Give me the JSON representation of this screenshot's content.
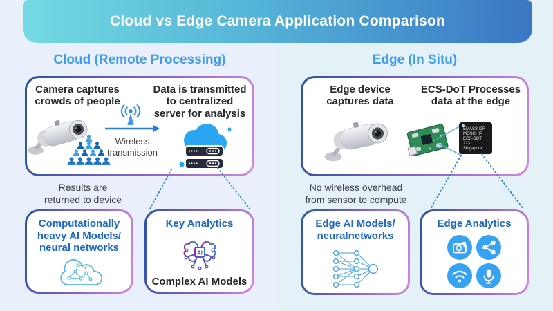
{
  "header": {
    "title": "Cloud vs Edge Camera Application Comparison"
  },
  "cloud": {
    "title": "Cloud (Remote Processing)",
    "box": {
      "caption_left": "Camera captures\ncrowds of people",
      "caption_right": "Data is transmitted\nto centralized\nserver for analysis",
      "arrow_label": "Wireless\ntransmission"
    },
    "note": "Results are\nreturned to device",
    "cards": [
      {
        "title": "Computationally\nheavy AI Models/\nneural networks"
      },
      {
        "title": "Key Analytics",
        "label": "Complex AI Models"
      }
    ]
  },
  "edge": {
    "title": "Edge (In Situ)",
    "box": {
      "caption_left": "Edge device\ncaptures data",
      "caption_right": "ECS-DoT Processes\ndata at the edge",
      "chip_text": "EMASS-I2R\nMOSCHIP\nECS-DOT\n2231\nSingapore"
    },
    "note": "No wireless overhead\nfrom sensor to compute",
    "cards": [
      {
        "title": "Edge AI Models/\nneuralnetworks"
      },
      {
        "title": "Edge Analytics"
      }
    ]
  },
  "icons": {
    "brain_ai_label": "AI",
    "names": [
      "security-camera-icon",
      "crowd-icon",
      "antenna-icon",
      "arrow-right-icon",
      "cloud-servers-icon",
      "cloud-network-icon",
      "brain-ai-icon",
      "pcb-board-icon",
      "chip-icon",
      "neural-network-icon",
      "camera-icon",
      "share-icon",
      "wifi-icon",
      "mic-icon"
    ]
  },
  "colors": {
    "banner_gradient": [
      "#74dae2",
      "#3a76c5"
    ],
    "box_border_gradient": [
      "#2b52a8",
      "#d287e0"
    ],
    "section_title_blue": "#3f9bef",
    "card_title_blue": "#1b66c8",
    "accent_blue": "#2f8fd9",
    "cloud_fill": "#29a5f1",
    "analytics_circle": "#35a3f1",
    "bg_left": "#e9effb",
    "bg_right": "#e4f2f7"
  }
}
